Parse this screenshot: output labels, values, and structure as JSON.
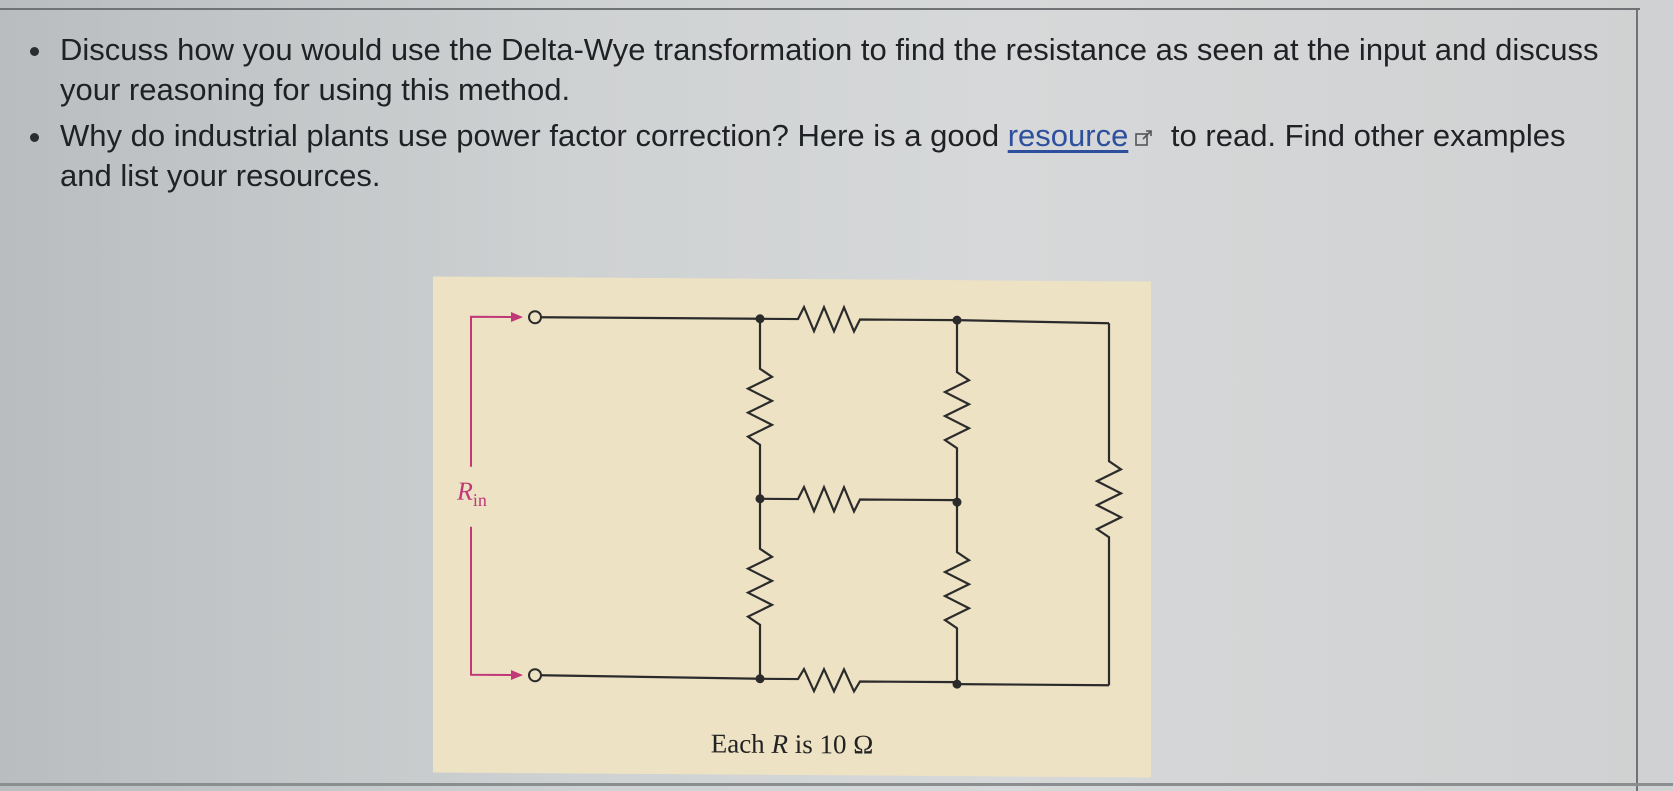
{
  "questions": [
    {
      "text": "Discuss how you would use the Delta-Wye transformation to find the resistance as seen at the input and discuss your reasoning for using this method."
    },
    {
      "text_before": "Why do industrial plants use power factor correction? Here is a good ",
      "link_label": "resource",
      "text_after": " to read. Find other examples and list your resources."
    }
  ],
  "figure": {
    "input_label_main": "R",
    "input_label_sub": "in",
    "caption_prefix": "Each ",
    "caption_var": "R",
    "caption_suffix": " is 10 Ω"
  },
  "colors": {
    "link": "#2e4f9d",
    "figure_background": "#ede2c4",
    "arrow": "#c03878"
  },
  "icons": {
    "external_link": "external-link-icon"
  }
}
